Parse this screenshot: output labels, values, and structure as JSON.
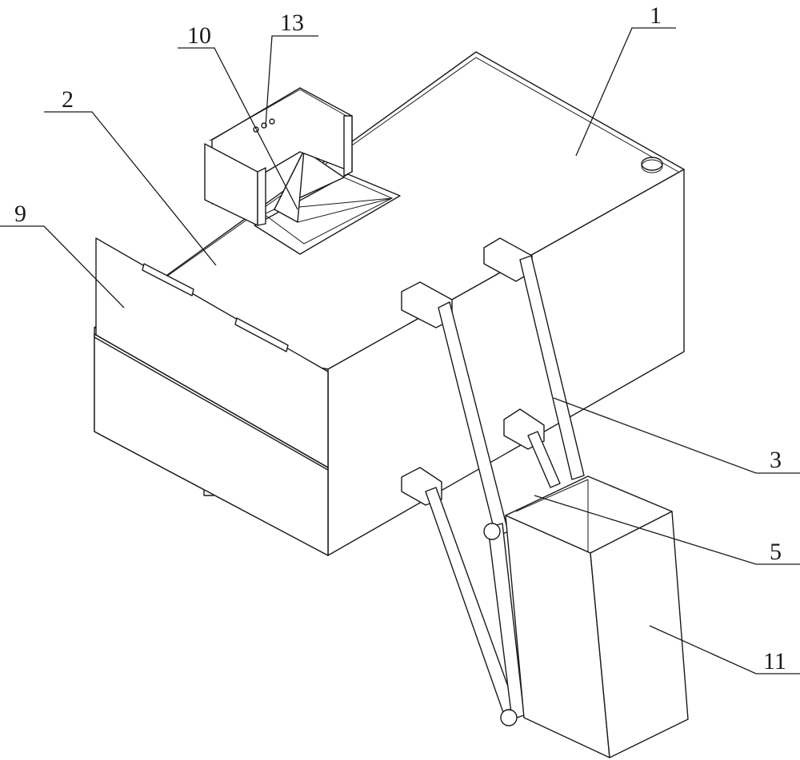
{
  "callouts": [
    {
      "id": "1",
      "text": "1"
    },
    {
      "id": "2",
      "text": "2"
    },
    {
      "id": "3",
      "text": "3"
    },
    {
      "id": "5",
      "text": "5"
    },
    {
      "id": "9",
      "text": "9"
    },
    {
      "id": "10",
      "text": "10"
    },
    {
      "id": "11",
      "text": "11"
    },
    {
      "id": "13",
      "text": "13"
    }
  ]
}
